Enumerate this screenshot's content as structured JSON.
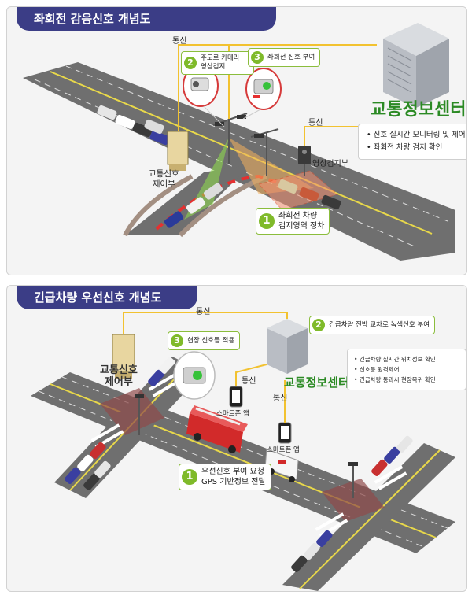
{
  "panel1": {
    "title": "좌회전 감응신호 개념도",
    "comm_label_1": "통신",
    "comm_label_2": "통신",
    "callout_1": {
      "num": "1",
      "text": "좌회전 차량\n검지영역 정차"
    },
    "callout_2": {
      "num": "2",
      "text": "주도로 카메라\n영상검지"
    },
    "callout_3": {
      "num": "3",
      "text": "좌회전 신호 부여"
    },
    "controller_label": "교통신호\n제어부",
    "detector_label": "영상검지부",
    "center_title": "교통정보센터",
    "center_bullets": [
      "신호 실시간 모니터링 및 제어",
      "좌회전 차량 검지 확인"
    ]
  },
  "panel2": {
    "title": "긴급차량 우선신호 개념도",
    "comm_label_1": "통신",
    "comm_label_2": "통신",
    "comm_label_3": "통신",
    "callout_1": {
      "num": "1",
      "text": "우선신호 부여 요청\nGPS 기반정보 전달"
    },
    "callout_2": {
      "num": "2",
      "text": "긴급차량 전방 교차로 녹색신호 부여"
    },
    "callout_3": {
      "num": "3",
      "text": "현장 신호등 적용"
    },
    "controller_label": "교통신호\n제어부",
    "center_title": "교통정보센터",
    "center_bullets": [
      "긴급차량 실시간 위치정보 확인",
      "신호등 원격제어",
      "긴급차량 통과시 현장복귀 확인"
    ],
    "app_label_1": "스마트폰 앱",
    "app_label_2": "스마트폰 앱"
  },
  "colors": {
    "header": "#3b3d86",
    "accent_green": "#7fba2a",
    "center_text": "#2b8a24",
    "comm_line": "#f2c230",
    "road": "#6f6f6f"
  }
}
